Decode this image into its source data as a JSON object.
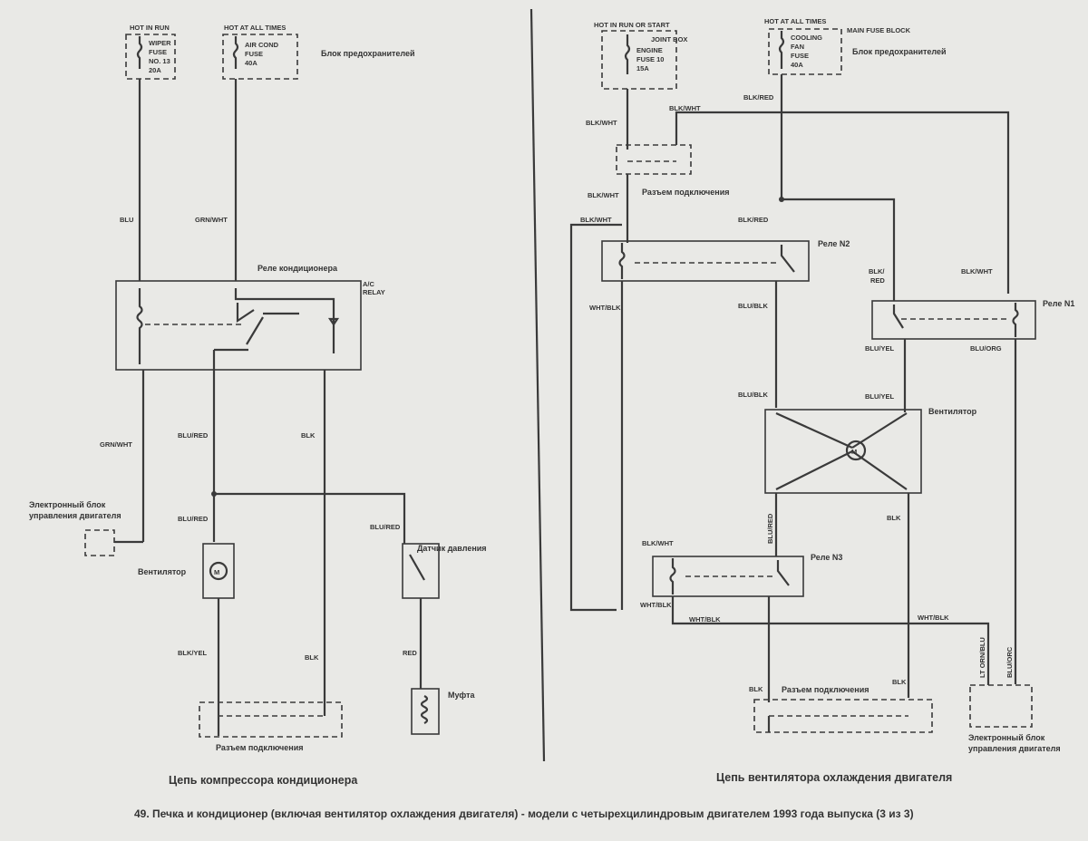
{
  "left": {
    "fuse_hot_run": "HOT IN RUN",
    "fuse_hot_always": "HOT AT ALL TIMES",
    "wiper_fuse": [
      "WIPER",
      "FUSE",
      "NO. 13",
      "20A"
    ],
    "aircond_fuse": [
      "AIR COND",
      "FUSE",
      "40A"
    ],
    "fuse_block": "Блок предохранителей",
    "wire_blu": "BLU",
    "wire_grn_wht": "GRN/WHT",
    "relay_label": "Реле кондиционера",
    "ac_relay": [
      "A/C",
      "RELAY"
    ],
    "wire_grn_wht_low": "GRN/WHT",
    "wire_blu_red_1": "BLU/RED",
    "wire_blk": "BLK",
    "ecu_label": [
      "Электронный блок",
      "управления двигателя"
    ],
    "wire_blu_red_2": "BLU/RED",
    "fan_label": "Вентилятор",
    "wire_blu_red_3": "BLU/RED",
    "pressure_label": "Датчик давления",
    "wire_blk_yel": "BLK/YEL",
    "wire_blk_2": "BLK",
    "wire_red": "RED",
    "clutch_label": "Муфта",
    "connector_label": "Разъем подключения",
    "caption": "Цепь компрессора кондиционера"
  },
  "right": {
    "hot_run_start": "HOT IN RUN OR START",
    "joint_box": "JOINT BOX",
    "hot_always": "HOT AT ALL TIMES",
    "main_fuse_block": "MAIN FUSE BLOCK",
    "engine_fuse": [
      "ENGINE",
      "FUSE 10",
      "15A"
    ],
    "cooling_fuse": [
      "COOLING",
      "FAN",
      "FUSE",
      "40A"
    ],
    "fuse_block": "Блок предохранителей",
    "wire_blk_red_top": "BLK/RED",
    "wire_blk_wht_top": "BLK/WHT",
    "wire_blk_wht_l": "BLK/WHT",
    "connector_top": "Разъем подключения",
    "wire_blk_wht_2": "BLK/WHT",
    "wire_blk_wht_3": "BLK/WHT",
    "wire_blk_red_2": "BLK/RED",
    "relay_n2": "Реле N2",
    "wire_blk_red_3": "BLK/",
    "wire_red_3": "RED",
    "wire_blk_wht_r": "BLK/WHT",
    "relay_n1": "Реле N1",
    "wire_wht_blk": "WHT/BLK",
    "wire_blu_blk_1": "BLU/BLK",
    "wire_blu_yel_1": "BLU/YEL",
    "wire_blu_org": "BLU/ORG",
    "wire_blu_blk_2": "BLU/BLK",
    "wire_blu_yel_2": "BLU/YEL",
    "fan_label": "Вентилятор",
    "wire_blu_red": "BLU/RED",
    "wire_blk_fan": "BLK",
    "wire_blk_wht_n3": "BLK/WHT",
    "relay_n3": "Реле N3",
    "wire_wht_blk_2": "WHT/BLK",
    "wire_wht_blk_3": "WHT/BLK",
    "wire_wht_blk_4": "WHT/BLK",
    "wire_lt_orn_blu": "LT ORN/BLU",
    "wire_blu_orc": "BLU/ORC",
    "wire_blk_l": "BLK",
    "wire_blk_r": "BLK",
    "connector_bottom": "Разъем подключения",
    "ecu_label": [
      "Электронный блок",
      "управления двигателя"
    ],
    "caption": "Цепь вентилятора охлаждения двигателя"
  },
  "footer": "49. Печка и кондиционер (включая вентилятор охлаждения двигателя) - модели с четырехцилиндровым двигателем 1993 года выпуска (3 из 3)"
}
